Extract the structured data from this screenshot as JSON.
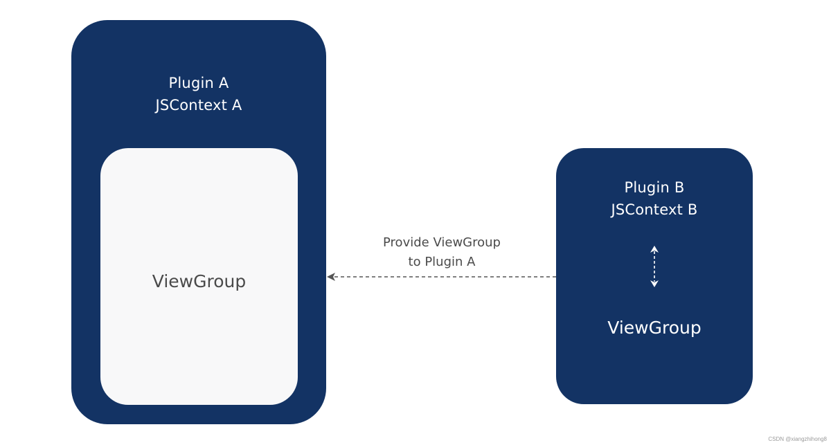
{
  "diagram": {
    "plugin_a": {
      "title": "Plugin A",
      "context": "JSContext A",
      "inner_label": "ViewGroup"
    },
    "plugin_b": {
      "title": "Plugin B",
      "context": "JSContext B",
      "inner_label": "ViewGroup",
      "link_icon": "bidirectional-dashed-arrow"
    },
    "connector": {
      "label_line1": "Provide ViewGroup",
      "label_line2": "to Plugin A",
      "direction": "plugin_b -> plugin_a",
      "style": "dashed"
    },
    "colors": {
      "box_fill": "#133364",
      "inner_fill": "#f8f8f9",
      "text_light": "#ffffff",
      "text_dark": "#4a4a4a",
      "connector": "#555555"
    }
  },
  "watermark": "CSDN @xiangzhihong8"
}
